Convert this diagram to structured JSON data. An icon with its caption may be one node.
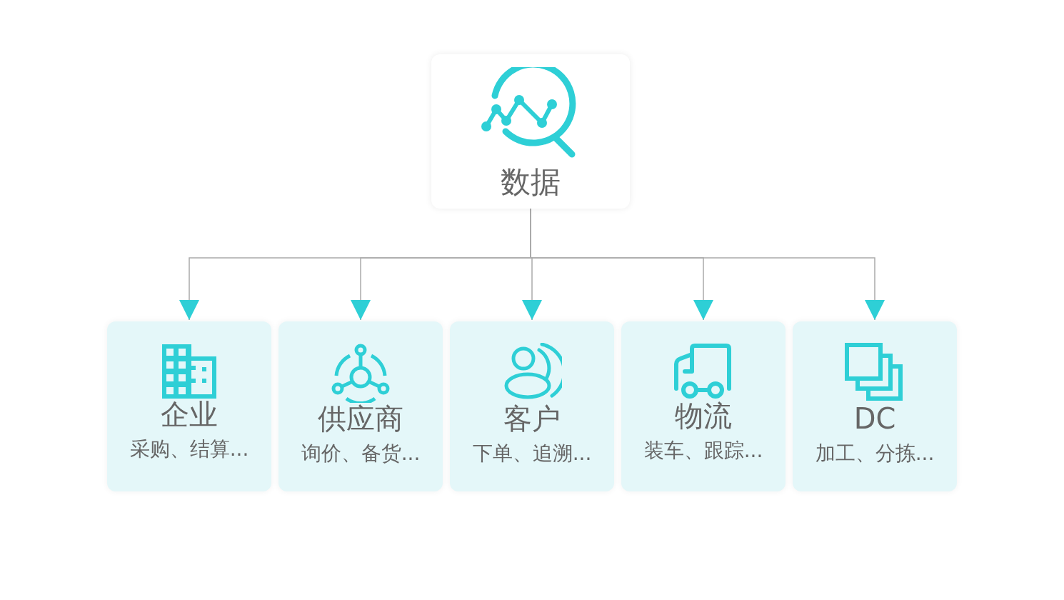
{
  "diagram": {
    "nodes": [
      {
        "text": [
          "数据"
        ]
      },
      {
        "text": [
          "企业",
          "采购、结算..."
        ]
      },
      {
        "text": [
          "供应商",
          "询价、备货..."
        ]
      },
      {
        "text": [
          "客户",
          "下单、追溯..."
        ]
      },
      {
        "text": [
          "物流",
          "装车、跟踪..."
        ]
      },
      {
        "text": [
          "DC",
          "加工、分拣..."
        ]
      }
    ],
    "edges": [
      {
        "from": 0,
        "to": 1,
        "arrow": "to"
      },
      {
        "from": 0,
        "to": 2,
        "arrow": "to"
      },
      {
        "from": 0,
        "to": 3,
        "arrow": "to"
      },
      {
        "from": 0,
        "to": 4,
        "arrow": "to"
      },
      {
        "from": 0,
        "to": 5,
        "arrow": "to"
      }
    ]
  }
}
